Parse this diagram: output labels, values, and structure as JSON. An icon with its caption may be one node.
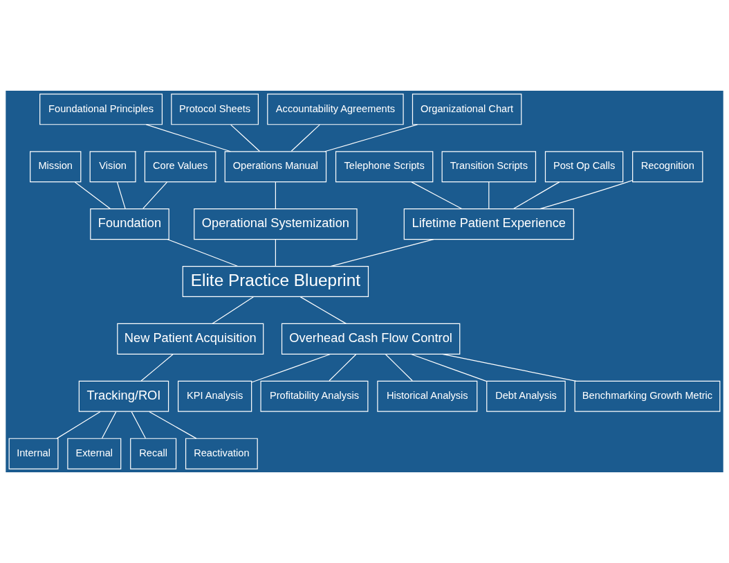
{
  "diagram": {
    "nodes": [
      {
        "text": [
          "Elite Practice Blueprint"
        ]
      },
      {
        "text": [
          "Foundation"
        ]
      },
      {
        "text": [
          "Mission"
        ]
      },
      {
        "text": [
          "Vision"
        ]
      },
      {
        "text": [
          "Core Values"
        ]
      },
      {
        "text": [
          "Operational Systemization"
        ]
      },
      {
        "text": [
          "Operations Manual"
        ]
      },
      {
        "text": [
          "Foundational Principles"
        ]
      },
      {
        "text": [
          "Protocol Sheets"
        ]
      },
      {
        "text": [
          "Accountability Agreements"
        ]
      },
      {
        "text": [
          "Organizational Chart"
        ]
      },
      {
        "text": [
          "Lifetime Patient Experience"
        ]
      },
      {
        "text": [
          "Telephone Scripts"
        ]
      },
      {
        "text": [
          "Transition Scripts"
        ]
      },
      {
        "text": [
          "Post Op Calls"
        ]
      },
      {
        "text": [
          "Recognition"
        ]
      },
      {
        "text": [
          "New Patient Acquisition"
        ]
      },
      {
        "text": [
          "Tracking/ROI"
        ]
      },
      {
        "text": [
          "Internal"
        ]
      },
      {
        "text": [
          "External"
        ]
      },
      {
        "text": [
          "Recall"
        ]
      },
      {
        "text": [
          "Reactivation"
        ]
      },
      {
        "text": [
          "Overhead Cash Flow Control"
        ]
      },
      {
        "text": [
          "KPI Analysis"
        ]
      },
      {
        "text": [
          "Profitability Analysis"
        ]
      },
      {
        "text": [
          "Historical Analysis"
        ]
      },
      {
        "text": [
          "Debt Analysis"
        ]
      },
      {
        "text": [
          "Benchmarking Growth Metric"
        ]
      }
    ],
    "edges": [
      {
        "from": 1,
        "to": 0,
        "arrow": "none"
      },
      {
        "from": 2,
        "to": 1,
        "arrow": "none"
      },
      {
        "from": 3,
        "to": 1,
        "arrow": "none"
      },
      {
        "from": 4,
        "to": 1,
        "arrow": "none"
      },
      {
        "from": 5,
        "to": 0,
        "arrow": "none"
      },
      {
        "from": 6,
        "to": 5,
        "arrow": "none"
      },
      {
        "from": 7,
        "to": 6,
        "arrow": "none"
      },
      {
        "from": 8,
        "to": 6,
        "arrow": "none"
      },
      {
        "from": 9,
        "to": 6,
        "arrow": "none"
      },
      {
        "from": 10,
        "to": 6,
        "arrow": "none"
      },
      {
        "from": 11,
        "to": 0,
        "arrow": "none"
      },
      {
        "from": 12,
        "to": 11,
        "arrow": "none"
      },
      {
        "from": 13,
        "to": 11,
        "arrow": "none"
      },
      {
        "from": 14,
        "to": 11,
        "arrow": "none"
      },
      {
        "from": 15,
        "to": 11,
        "arrow": "none"
      },
      {
        "from": 0,
        "to": 16,
        "arrow": "none"
      },
      {
        "from": 16,
        "to": 17,
        "arrow": "none"
      },
      {
        "from": 17,
        "to": 18,
        "arrow": "none"
      },
      {
        "from": 17,
        "to": 19,
        "arrow": "none"
      },
      {
        "from": 17,
        "to": 20,
        "arrow": "none"
      },
      {
        "from": 17,
        "to": 21,
        "arrow": "none"
      },
      {
        "from": 0,
        "to": 22,
        "arrow": "none"
      },
      {
        "from": 22,
        "to": 23,
        "arrow": "none"
      },
      {
        "from": 22,
        "to": 24,
        "arrow": "none"
      },
      {
        "from": 22,
        "to": 25,
        "arrow": "none"
      },
      {
        "from": 22,
        "to": 26,
        "arrow": "none"
      },
      {
        "from": 22,
        "to": 27,
        "arrow": "none"
      }
    ]
  }
}
